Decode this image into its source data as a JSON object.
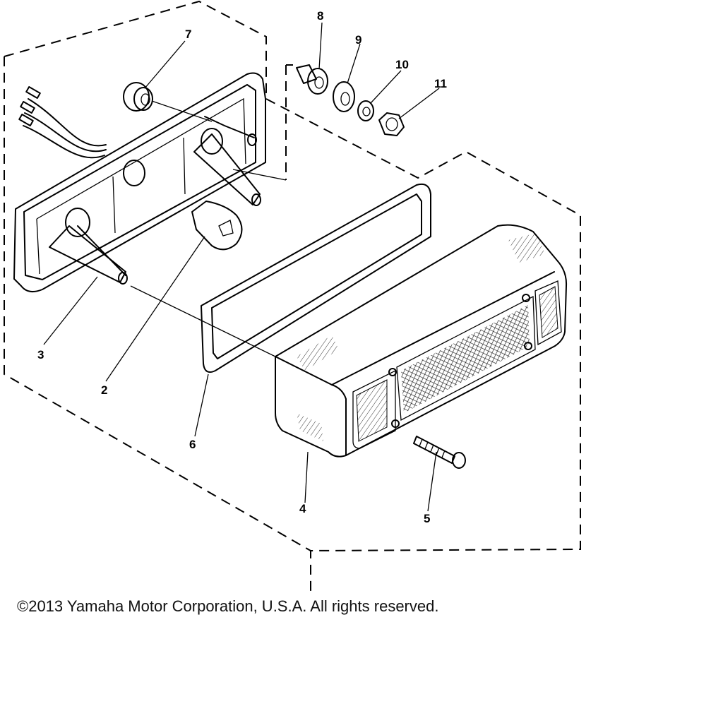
{
  "diagram": {
    "callouts": [
      {
        "id": "2",
        "label": "2"
      },
      {
        "id": "3",
        "label": "3"
      },
      {
        "id": "4",
        "label": "4"
      },
      {
        "id": "5",
        "label": "5"
      },
      {
        "id": "6",
        "label": "6"
      },
      {
        "id": "7",
        "label": "7"
      },
      {
        "id": "8",
        "label": "8"
      },
      {
        "id": "9",
        "label": "9"
      },
      {
        "id": "10",
        "label": "10"
      },
      {
        "id": "11",
        "label": "11"
      }
    ]
  },
  "footer": {
    "copyright": "©2013 Yamaha Motor Corporation, U.S.A. All rights reserved."
  }
}
